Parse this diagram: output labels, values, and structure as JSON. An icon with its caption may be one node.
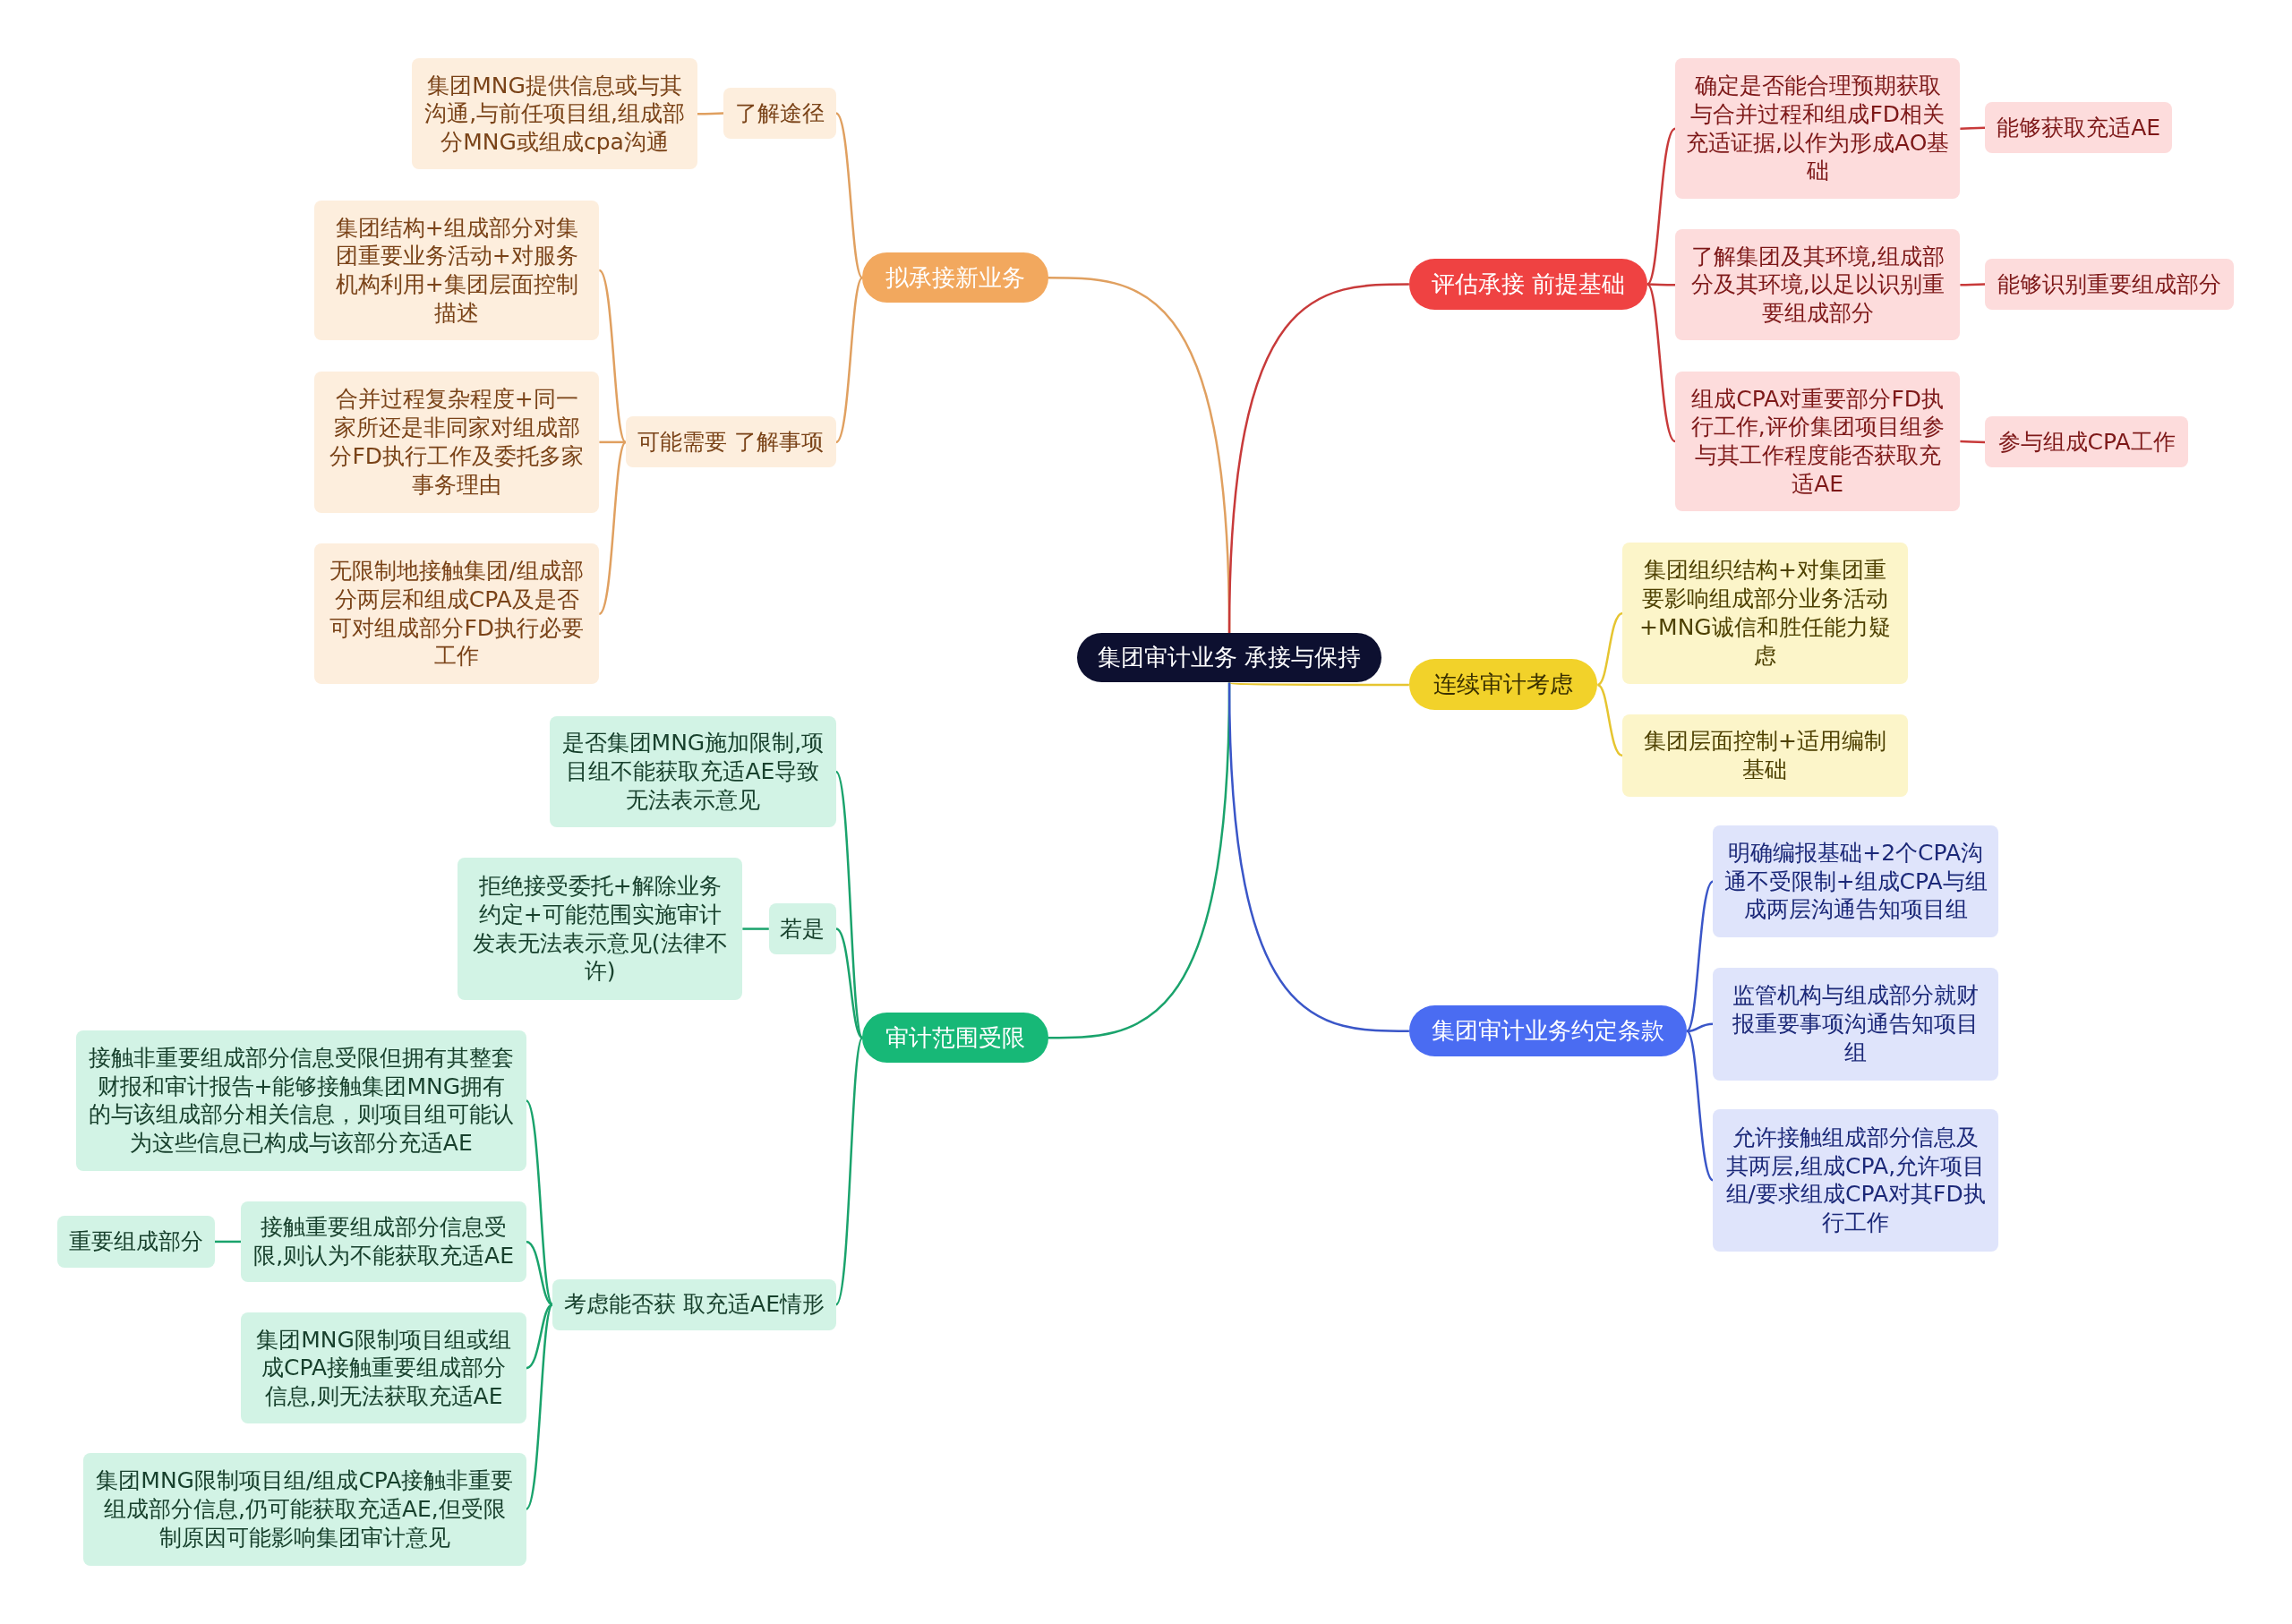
{
  "diagram": {
    "nodes": [
      {
        "text": [
          "集团审计业务 承接与保持"
        ]
      },
      {
        "text": [
          "拟承接新业务"
        ]
      },
      {
        "text": [
          "了解途径"
        ]
      },
      {
        "text": [
          "集团MNG提供信息或与其沟通,与前任项目组,组成部分MNG或组成cpa沟通"
        ]
      },
      {
        "text": [
          "可能需要 了解事项"
        ]
      },
      {
        "text": [
          "集团结构+组成部分对集团重要业务活动+对服务机构利用+集团层面控制描述"
        ]
      },
      {
        "text": [
          "合并过程复杂程度+同一家所还是非同家对组成部分FD执行工作及委托多家事务理由"
        ]
      },
      {
        "text": [
          "无限制地接触集团/组成部分两层和组成CPA及是否可对组成部分FD执行必要工作"
        ]
      },
      {
        "text": [
          "审计范围受限"
        ]
      },
      {
        "text": [
          "是否集团MNG施加限制,项目组不能获取充适AE导致无法表示意见"
        ]
      },
      {
        "text": [
          "若是"
        ]
      },
      {
        "text": [
          "拒绝接受委托+解除业务约定+可能范围实施审计发表无法表示意见(法律不许)"
        ]
      },
      {
        "text": [
          "考虑能否获 取充适AE情形"
        ]
      },
      {
        "text": [
          "接触非重要组成部分信息受限但拥有其整套财报和审计报告+能够接触集团MNG拥有的与该组成部分相关信息，则项目组可能认为这些信息已构成与该部分充适AE"
        ]
      },
      {
        "text": [
          "接触重要组成部分信息受限,则认为不能获取充适AE"
        ]
      },
      {
        "text": [
          "重要组成部分"
        ]
      },
      {
        "text": [
          "集团MNG限制项目组或组成CPA接触重要组成部分信息,则无法获取充适AE"
        ]
      },
      {
        "text": [
          "集团MNG限制项目组/组成CPA接触非重要组成部分信息,仍可能获取充适AE,但受限制原因可能影响集团审计意见"
        ]
      },
      {
        "text": [
          "评估承接 前提基础"
        ]
      },
      {
        "text": [
          "确定是否能合理预期获取与合并过程和组成FD相关充适证据,以作为形成AO基础"
        ]
      },
      {
        "text": [
          "能够获取充适AE"
        ]
      },
      {
        "text": [
          "了解集团及其环境,组成部分及其环境,以足以识别重要组成部分"
        ]
      },
      {
        "text": [
          "能够识别重要组成部分"
        ]
      },
      {
        "text": [
          "组成CPA对重要部分FD执行工作,评价集团项目组参与其工作程度能否获取充适AE"
        ]
      },
      {
        "text": [
          "参与组成CPA工作"
        ]
      },
      {
        "text": [
          "连续审计考虑"
        ]
      },
      {
        "text": [
          "集团组织结构+对集团重要影响组成部分业务活动+MNG诚信和胜任能力疑虑"
        ]
      },
      {
        "text": [
          "集团层面控制+适用编制基础"
        ]
      },
      {
        "text": [
          "集团审计业务约定条款"
        ]
      },
      {
        "text": [
          "明确编报基础+2个CPA沟通不受限制+组成CPA与组成两层沟通告知项目组"
        ]
      },
      {
        "text": [
          "监管机构与组成部分就财报重要事项沟通告知项目组"
        ]
      },
      {
        "text": [
          "允许接触组成部分信息及其两层,组成CPA,允许项目组/要求组成CPA对其FD执行工作"
        ]
      }
    ],
    "edges": [
      {
        "from": 0,
        "to": 1,
        "arrow": "none",
        "color": "#e0a060"
      },
      {
        "from": 1,
        "to": 2,
        "arrow": "none",
        "color": "#e0a060"
      },
      {
        "from": 2,
        "to": 3,
        "arrow": "none",
        "color": "#e0a060"
      },
      {
        "from": 1,
        "to": 4,
        "arrow": "none",
        "color": "#e0a060"
      },
      {
        "from": 4,
        "to": 5,
        "arrow": "none",
        "color": "#e0a060"
      },
      {
        "from": 4,
        "to": 6,
        "arrow": "none",
        "color": "#e0a060"
      },
      {
        "from": 4,
        "to": 7,
        "arrow": "none",
        "color": "#e0a060"
      },
      {
        "from": 0,
        "to": 8,
        "arrow": "none",
        "color": "#1aa36c"
      },
      {
        "from": 8,
        "to": 9,
        "arrow": "none",
        "color": "#1aa36c"
      },
      {
        "from": 8,
        "to": 10,
        "arrow": "none",
        "color": "#1aa36c"
      },
      {
        "from": 10,
        "to": 11,
        "arrow": "none",
        "color": "#1aa36c"
      },
      {
        "from": 8,
        "to": 12,
        "arrow": "none",
        "color": "#1aa36c"
      },
      {
        "from": 12,
        "to": 13,
        "arrow": "none",
        "color": "#1aa36c"
      },
      {
        "from": 12,
        "to": 14,
        "arrow": "none",
        "color": "#1aa36c"
      },
      {
        "from": 14,
        "to": 15,
        "arrow": "none",
        "color": "#1aa36c"
      },
      {
        "from": 12,
        "to": 16,
        "arrow": "none",
        "color": "#1aa36c"
      },
      {
        "from": 12,
        "to": 17,
        "arrow": "none",
        "color": "#1aa36c"
      },
      {
        "from": 0,
        "to": 18,
        "arrow": "none",
        "color": "#c83a3a"
      },
      {
        "from": 18,
        "to": 19,
        "arrow": "none",
        "color": "#c83a3a"
      },
      {
        "from": 19,
        "to": 20,
        "arrow": "none",
        "color": "#c83a3a"
      },
      {
        "from": 18,
        "to": 21,
        "arrow": "none",
        "color": "#c83a3a"
      },
      {
        "from": 21,
        "to": 22,
        "arrow": "none",
        "color": "#c83a3a"
      },
      {
        "from": 18,
        "to": 23,
        "arrow": "none",
        "color": "#c83a3a"
      },
      {
        "from": 23,
        "to": 24,
        "arrow": "none",
        "color": "#c83a3a"
      },
      {
        "from": 0,
        "to": 25,
        "arrow": "none",
        "color": "#e6c530"
      },
      {
        "from": 25,
        "to": 26,
        "arrow": "none",
        "color": "#e6c530"
      },
      {
        "from": 25,
        "to": 27,
        "arrow": "none",
        "color": "#e6c530"
      },
      {
        "from": 0,
        "to": 28,
        "arrow": "none",
        "color": "#3a56c8"
      },
      {
        "from": 28,
        "to": 29,
        "arrow": "none",
        "color": "#3a56c8"
      },
      {
        "from": 28,
        "to": 30,
        "arrow": "none",
        "color": "#3a56c8"
      },
      {
        "from": 28,
        "to": 31,
        "arrow": "none",
        "color": "#3a56c8"
      }
    ]
  }
}
